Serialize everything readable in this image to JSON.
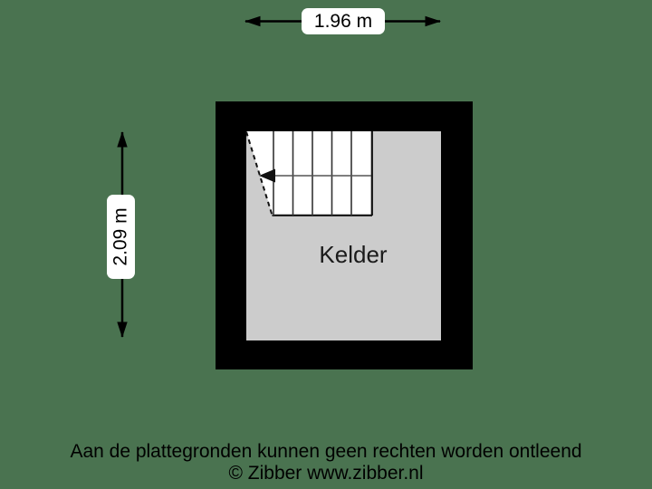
{
  "page": {
    "background_color": "#4a7350"
  },
  "plan": {
    "room_label": "Kelder",
    "colors": {
      "wall": "#000000",
      "floor": "#cccccc",
      "stairs": "#ffffff",
      "line": "#111111"
    }
  },
  "dimensions": {
    "width_label": "1.96 m",
    "height_label": "2.09 m"
  },
  "footer": {
    "line1": "Aan de plattegronden kunnen geen rechten worden ontleend",
    "line2": "© Zibber www.zibber.nl"
  }
}
